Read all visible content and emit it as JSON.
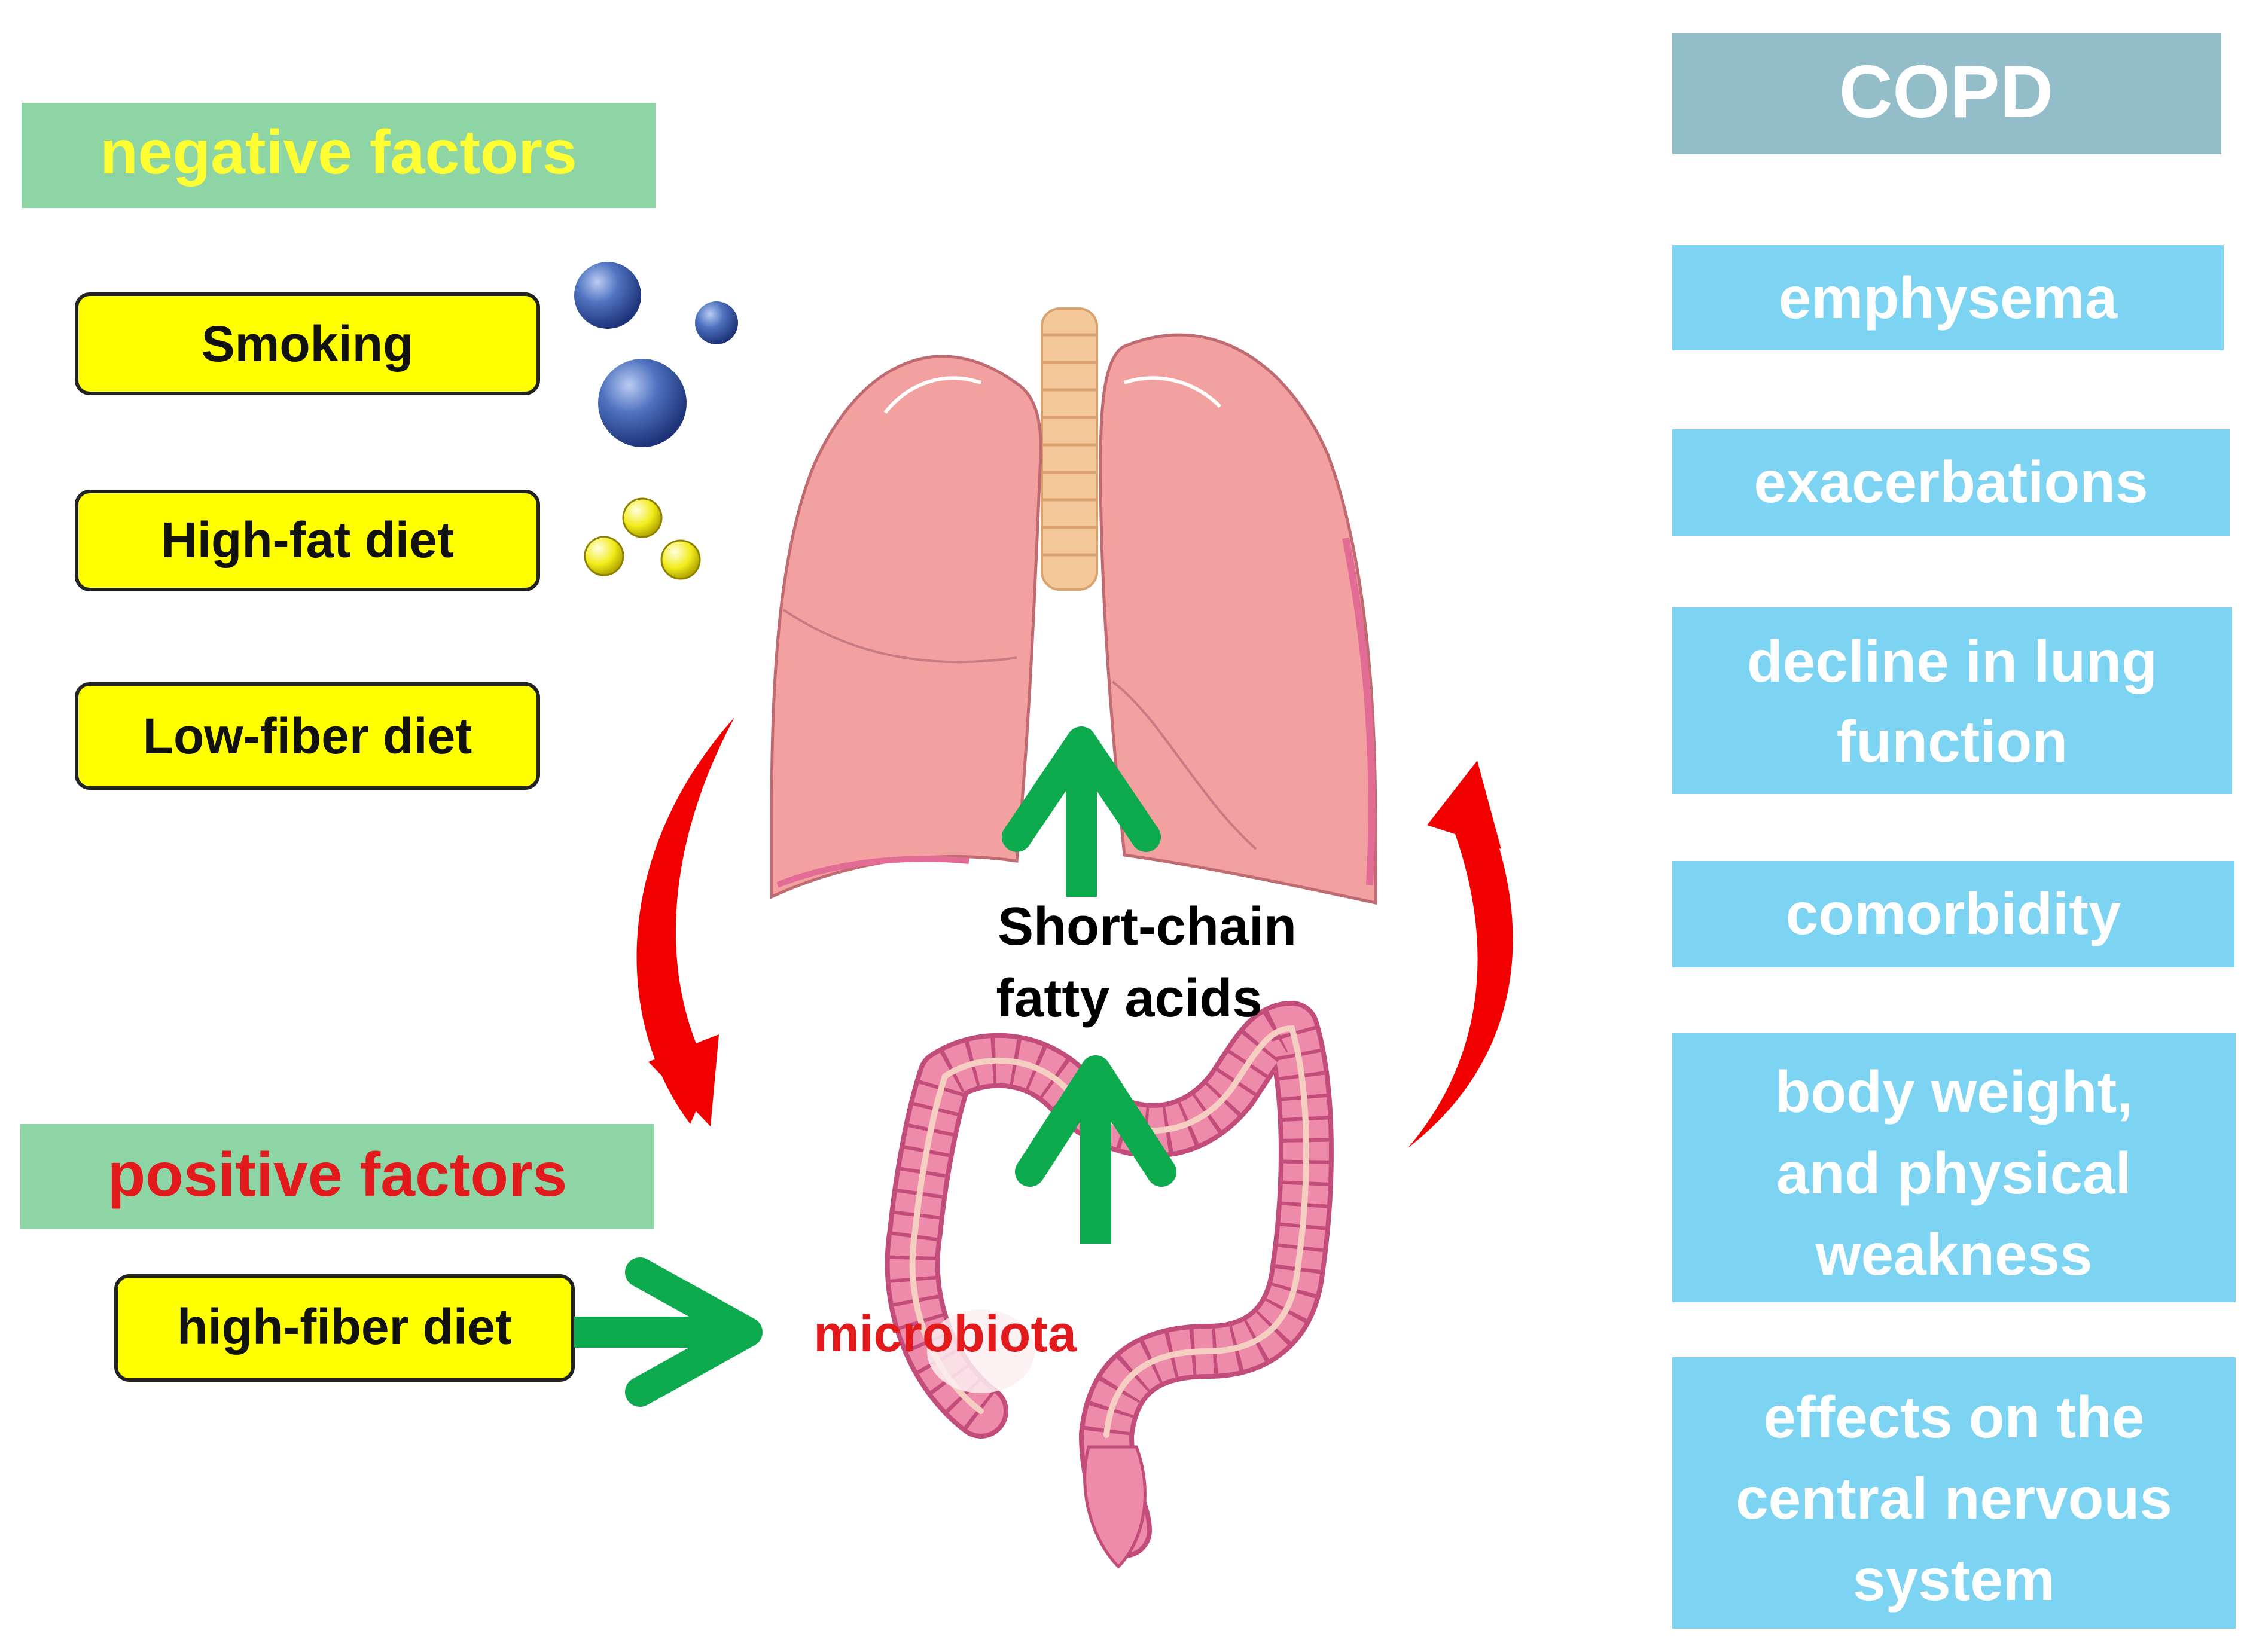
{
  "negative": {
    "header": "negative factors",
    "items": [
      "Smoking",
      "High-fat diet",
      "Low-fiber diet"
    ]
  },
  "positive": {
    "header": "positive factors",
    "item": "high-fiber diet"
  },
  "center": {
    "scfa_line1": "Short-chain",
    "scfa_line2": "fatty acids",
    "microbiota": "microbiota"
  },
  "copd": {
    "title": "COPD",
    "outcomes": [
      {
        "lines": [
          "emphysema"
        ]
      },
      {
        "lines": [
          "exacerbations"
        ]
      },
      {
        "lines": [
          "decline in lung",
          "function"
        ]
      },
      {
        "lines": [
          "comorbidity"
        ]
      },
      {
        "lines": [
          "body weight,",
          "and physical",
          "weakness"
        ]
      },
      {
        "lines": [
          "effects on the",
          "central nervous",
          "system"
        ]
      }
    ]
  },
  "colors": {
    "header_green": "#8ED5A6",
    "header_negative_text": "#FFFF33",
    "header_positive_text": "#E31A1C",
    "factor_yellow": "#FFFF00",
    "copd_title_bg": "#93BDC8",
    "outcome_bg": "#7DD3F2",
    "cycle_arrow_red": "#F20000",
    "flow_arrow_green": "#0DAA4E",
    "lung_pink": "#F2A0A0",
    "trachea_tan": "#F5C89A",
    "colon_pink": "#EE8AAA"
  },
  "icons": {
    "smoke": "smoke-particles-icon",
    "fat": "fat-droplets-icon",
    "lungs": "lungs-icon",
    "intestine": "intestine-icon"
  }
}
